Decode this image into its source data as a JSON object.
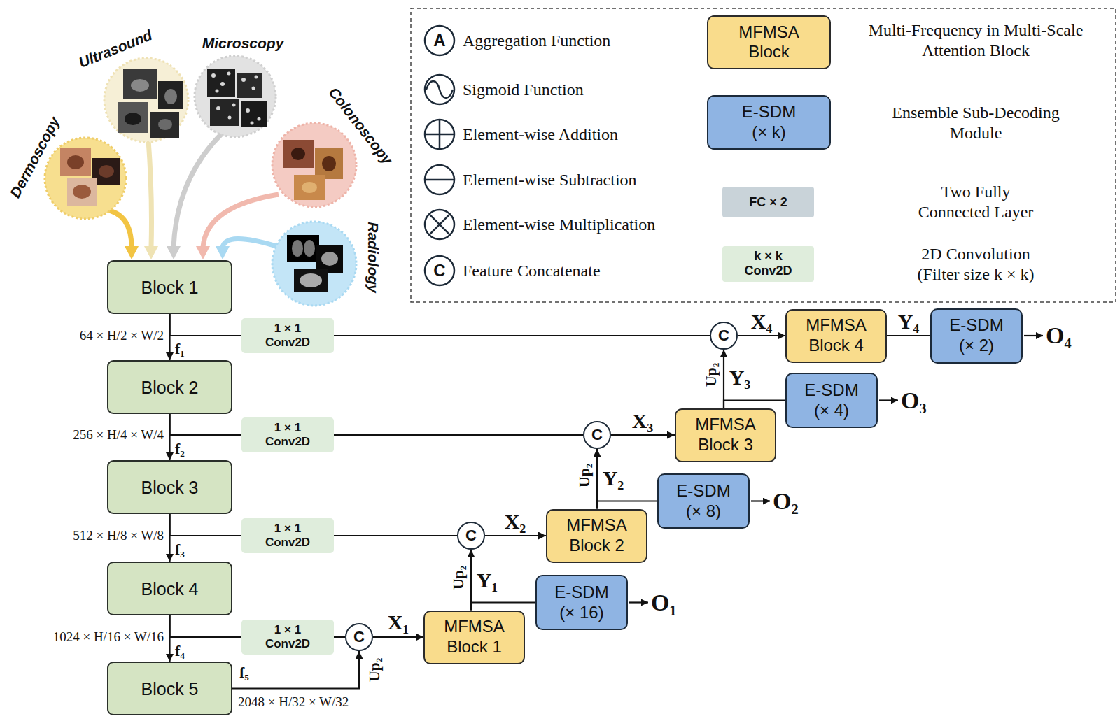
{
  "diagram": {
    "nodes": [
      {
        "text": [
          "Block 1"
        ]
      },
      {
        "text": [
          "Block 2"
        ]
      },
      {
        "text": [
          "Block 3"
        ]
      },
      {
        "text": [
          "Block 4"
        ]
      },
      {
        "text": [
          "Block 5"
        ]
      },
      {
        "text": [
          "1 × 1 Conv2D"
        ]
      },
      {
        "text": [
          "1 × 1 Conv2D"
        ]
      },
      {
        "text": [
          "1 × 1 Conv2D"
        ]
      },
      {
        "text": [
          "1 × 1 Conv2D"
        ]
      },
      {
        "text": [
          "C"
        ]
      },
      {
        "text": [
          "C"
        ]
      },
      {
        "text": [
          "C"
        ]
      },
      {
        "text": [
          "C"
        ]
      },
      {
        "text": [
          "MFMSA Block 1"
        ]
      },
      {
        "text": [
          "MFMSA Block 2"
        ]
      },
      {
        "text": [
          "MFMSA Block 3"
        ]
      },
      {
        "text": [
          "MFMSA Block 4"
        ]
      },
      {
        "text": [
          "E-SDM (× 16)"
        ]
      },
      {
        "text": [
          "E-SDM (× 8)"
        ]
      },
      {
        "text": [
          "E-SDM (× 4)"
        ]
      },
      {
        "text": [
          "E-SDM (× 2)"
        ]
      }
    ],
    "edges": [
      {
        "from": 0,
        "to": 1,
        "arrow": "to",
        "label": "f₁"
      },
      {
        "from": 1,
        "to": 2,
        "arrow": "to",
        "label": "f₂"
      },
      {
        "from": 2,
        "to": 3,
        "arrow": "to",
        "label": "f₃"
      },
      {
        "from": 3,
        "to": 4,
        "arrow": "to",
        "label": "f₄"
      },
      {
        "from": 0,
        "to": 5,
        "arrow": "none"
      },
      {
        "from": 1,
        "to": 6,
        "arrow": "none"
      },
      {
        "from": 2,
        "to": 7,
        "arrow": "none"
      },
      {
        "from": 3,
        "to": 8,
        "arrow": "none"
      },
      {
        "from": 5,
        "to": 12,
        "arrow": "none"
      },
      {
        "from": 6,
        "to": 11,
        "arrow": "none"
      },
      {
        "from": 7,
        "to": 10,
        "arrow": "none"
      },
      {
        "from": 8,
        "to": 9,
        "arrow": "none"
      },
      {
        "from": 4,
        "to": 9,
        "arrow": "to",
        "label": "Up₂"
      },
      {
        "from": 9,
        "to": 13,
        "arrow": "to",
        "label": "X₁"
      },
      {
        "from": 13,
        "to": 10,
        "arrow": "to",
        "label": "Up₂"
      },
      {
        "from": 13,
        "to": 17,
        "arrow": "none",
        "label": "Y₁"
      },
      {
        "from": 10,
        "to": 14,
        "arrow": "to",
        "label": "X₂"
      },
      {
        "from": 14,
        "to": 11,
        "arrow": "to",
        "label": "Up₂"
      },
      {
        "from": 14,
        "to": 18,
        "arrow": "none",
        "label": "Y₂"
      },
      {
        "from": 11,
        "to": 15,
        "arrow": "to",
        "label": "X₃"
      },
      {
        "from": 15,
        "to": 12,
        "arrow": "to",
        "label": "Up₂"
      },
      {
        "from": 15,
        "to": 19,
        "arrow": "none",
        "label": "Y₃"
      },
      {
        "from": 12,
        "to": 16,
        "arrow": "to",
        "label": "X₄"
      },
      {
        "from": 16,
        "to": 20,
        "arrow": "none",
        "label": "Y₄"
      }
    ],
    "labels": [
      "Dermoscopy",
      "Ultrasound",
      "Microscopy",
      "Colonoscopy",
      "Radiology",
      "A",
      "C",
      "MFMSA Block",
      "E-SDM (× k)",
      "FC × 2",
      "k × k Conv2D",
      "64 × H/2 × W/2",
      "256 × H/4 × W/4",
      "512 × H/8 × W/8",
      "1024 × H/16 × W/16",
      "2048 × H/32 × W/32",
      "f₅",
      "O₁",
      "O₂",
      "O₃",
      "O₄"
    ],
    "legend": [
      {
        "text": "Aggregation Function"
      },
      {
        "text": "Sigmoid Function"
      },
      {
        "text": "Element-wise Addition"
      },
      {
        "text": "Element-wise Subtraction"
      },
      {
        "text": "Element-wise Multiplication"
      },
      {
        "text": "Feature Concatenate"
      },
      {
        "text": "Multi-Frequency in Multi-Scale Attention Block",
        "color": "#f9dc8c"
      },
      {
        "text": "Ensemble Sub-Decoding Module",
        "color": "#8fb4e3"
      },
      {
        "text": "Two Fully Connected Layer",
        "color": "#c9d3d9"
      },
      {
        "text": "2D Convolution (Filter size k × k)",
        "color": "#dfeddc"
      }
    ]
  }
}
